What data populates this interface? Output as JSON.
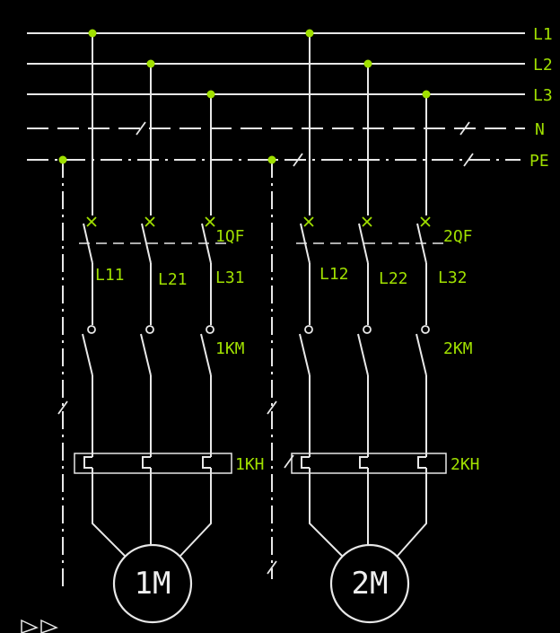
{
  "colors": {
    "background": "#000000",
    "line": "#e8e8e8",
    "accent": "#a0e000",
    "motor_text": "#efefef"
  },
  "buses": [
    {
      "label": "L1"
    },
    {
      "label": "L2"
    },
    {
      "label": "L3"
    },
    {
      "label": "N"
    },
    {
      "label": "PE"
    }
  ],
  "circuits": [
    {
      "breaker": "1QF",
      "wires": [
        "L11",
        "L21",
        "L31"
      ],
      "contactor": "1KM",
      "overload_relay": "1KH",
      "motor": "1M"
    },
    {
      "breaker": "2QF",
      "wires": [
        "L12",
        "L22",
        "L32"
      ],
      "contactor": "2KM",
      "overload_relay": "2KH",
      "motor": "2M"
    }
  ]
}
